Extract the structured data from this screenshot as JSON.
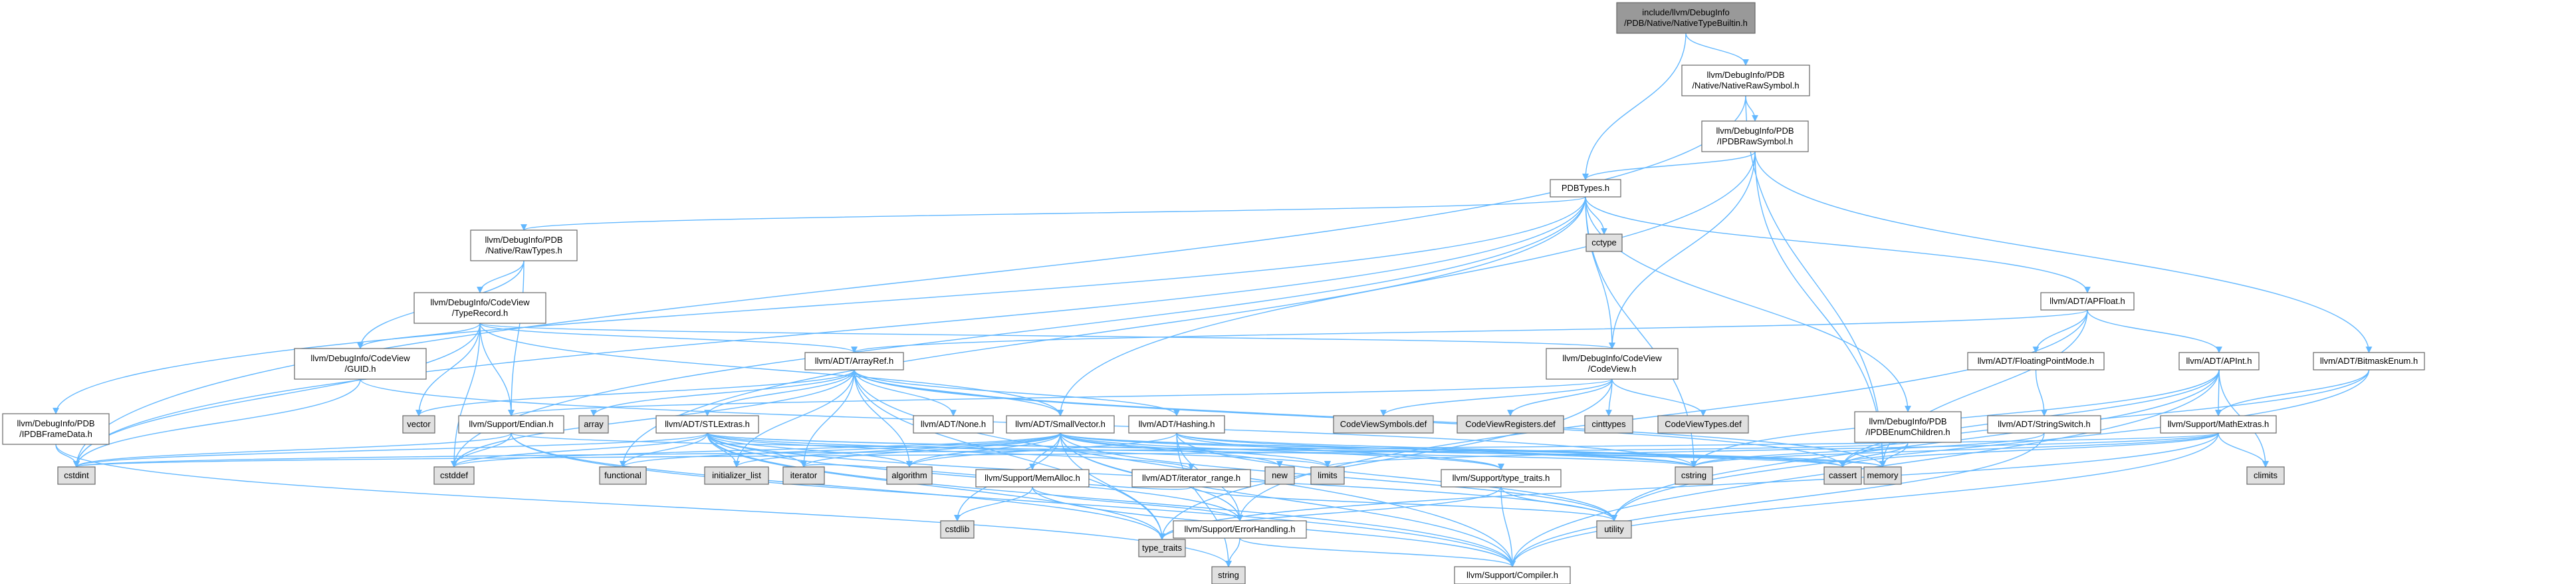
{
  "colors": {
    "edge": "#63b8ff",
    "root_fill": "#999999",
    "node_fill": "#ffffff",
    "node_border": "#666666",
    "system_fill": "#e0e0e0",
    "system_border": "#999999",
    "incomplete_border": "#ff0000"
  },
  "nodes": [
    {
      "id": "root",
      "kind": "root",
      "lines": [
        "include/llvm/DebugInfo",
        "/PDB/Native/NativeTypeBuiltin.h"
      ]
    },
    {
      "id": "nativeRawSymbol",
      "kind": "normal",
      "lines": [
        "llvm/DebugInfo/PDB",
        "/Native/NativeRawSymbol.h"
      ]
    },
    {
      "id": "ipdbRawSymbol",
      "kind": "normal",
      "lines": [
        "llvm/DebugInfo/PDB",
        "/IPDBRawSymbol.h"
      ]
    },
    {
      "id": "pdbTypes",
      "kind": "normal",
      "lines": [
        "PDBTypes.h"
      ]
    },
    {
      "id": "rawTypes",
      "kind": "normal",
      "lines": [
        "llvm/DebugInfo/PDB",
        "/Native/RawTypes.h"
      ]
    },
    {
      "id": "cctype",
      "kind": "system",
      "lines": [
        "cctype"
      ]
    },
    {
      "id": "apfloat",
      "kind": "normal",
      "lines": [
        "llvm/ADT/APFloat.h"
      ]
    },
    {
      "id": "typeRecord",
      "kind": "incomplete",
      "lines": [
        "llvm/DebugInfo/CodeView",
        "/TypeRecord.h"
      ]
    },
    {
      "id": "guid",
      "kind": "normal",
      "lines": [
        "llvm/DebugInfo/CodeView",
        "/GUID.h"
      ]
    },
    {
      "id": "arrayRef",
      "kind": "normal",
      "lines": [
        "llvm/ADT/ArrayRef.h"
      ]
    },
    {
      "id": "codeView",
      "kind": "normal",
      "lines": [
        "llvm/DebugInfo/CodeView",
        "/CodeView.h"
      ]
    },
    {
      "id": "floatingPointMode",
      "kind": "incomplete",
      "lines": [
        "llvm/ADT/FloatingPointMode.h"
      ]
    },
    {
      "id": "apint",
      "kind": "normal",
      "lines": [
        "llvm/ADT/APInt.h"
      ]
    },
    {
      "id": "bitmaskEnum",
      "kind": "normal",
      "lines": [
        "llvm/ADT/BitmaskEnum.h"
      ]
    },
    {
      "id": "ipdbFrameData",
      "kind": "normal",
      "lines": [
        "llvm/DebugInfo/PDB",
        "/IPDBFrameData.h"
      ]
    },
    {
      "id": "vector",
      "kind": "system",
      "lines": [
        "vector"
      ]
    },
    {
      "id": "endian",
      "kind": "incomplete",
      "lines": [
        "llvm/Support/Endian.h"
      ]
    },
    {
      "id": "array",
      "kind": "system",
      "lines": [
        "array"
      ]
    },
    {
      "id": "stlExtras",
      "kind": "incomplete",
      "lines": [
        "llvm/ADT/STLExtras.h"
      ]
    },
    {
      "id": "none",
      "kind": "normal",
      "lines": [
        "llvm/ADT/None.h"
      ]
    },
    {
      "id": "smallVector",
      "kind": "normal",
      "lines": [
        "llvm/ADT/SmallVector.h"
      ]
    },
    {
      "id": "hashing",
      "kind": "incomplete",
      "lines": [
        "llvm/ADT/Hashing.h"
      ]
    },
    {
      "id": "cvSymbols",
      "kind": "system",
      "lines": [
        "CodeViewSymbols.def"
      ]
    },
    {
      "id": "cvRegisters",
      "kind": "system",
      "lines": [
        "CodeViewRegisters.def"
      ]
    },
    {
      "id": "cinttypes",
      "kind": "system",
      "lines": [
        "cinttypes"
      ]
    },
    {
      "id": "cvTypes",
      "kind": "system",
      "lines": [
        "CodeViewTypes.def"
      ]
    },
    {
      "id": "ipdbEnumChildren",
      "kind": "normal",
      "lines": [
        "llvm/DebugInfo/PDB",
        "/IPDBEnumChildren.h"
      ]
    },
    {
      "id": "stringSwitch",
      "kind": "incomplete",
      "lines": [
        "llvm/ADT/StringSwitch.h"
      ]
    },
    {
      "id": "mathExtras",
      "kind": "incomplete",
      "lines": [
        "llvm/Support/MathExtras.h"
      ]
    },
    {
      "id": "climits",
      "kind": "system",
      "lines": [
        "climits"
      ]
    },
    {
      "id": "cstdint",
      "kind": "system",
      "lines": [
        "cstdint"
      ]
    },
    {
      "id": "cstddef",
      "kind": "system",
      "lines": [
        "cstddef"
      ]
    },
    {
      "id": "functional",
      "kind": "system",
      "lines": [
        "functional"
      ]
    },
    {
      "id": "initializerList",
      "kind": "system",
      "lines": [
        "initializer_list"
      ]
    },
    {
      "id": "iterator",
      "kind": "system",
      "lines": [
        "iterator"
      ]
    },
    {
      "id": "algorithm",
      "kind": "system",
      "lines": [
        "algorithm"
      ]
    },
    {
      "id": "memAlloc",
      "kind": "normal",
      "lines": [
        "llvm/Support/MemAlloc.h"
      ]
    },
    {
      "id": "iteratorRange",
      "kind": "normal",
      "lines": [
        "llvm/ADT/iterator_range.h"
      ]
    },
    {
      "id": "new",
      "kind": "system",
      "lines": [
        "new"
      ]
    },
    {
      "id": "limits",
      "kind": "system",
      "lines": [
        "limits"
      ]
    },
    {
      "id": "supportTypeTraits",
      "kind": "normal",
      "lines": [
        "llvm/Support/type_traits.h"
      ]
    },
    {
      "id": "cstring",
      "kind": "system",
      "lines": [
        "cstring"
      ]
    },
    {
      "id": "cassert",
      "kind": "system",
      "lines": [
        "cassert"
      ]
    },
    {
      "id": "memory",
      "kind": "system",
      "lines": [
        "memory"
      ]
    },
    {
      "id": "cstdlib",
      "kind": "system",
      "lines": [
        "cstdlib"
      ]
    },
    {
      "id": "errorHandling",
      "kind": "normal",
      "lines": [
        "llvm/Support/ErrorHandling.h"
      ]
    },
    {
      "id": "typeTraits",
      "kind": "system",
      "lines": [
        "type_traits"
      ]
    },
    {
      "id": "utility",
      "kind": "system",
      "lines": [
        "utility"
      ]
    },
    {
      "id": "string",
      "kind": "system",
      "lines": [
        "string"
      ]
    },
    {
      "id": "compiler",
      "kind": "incomplete",
      "lines": [
        "llvm/Support/Compiler.h"
      ]
    }
  ],
  "edges": [
    [
      "root",
      "nativeRawSymbol"
    ],
    [
      "root",
      "pdbTypes"
    ],
    [
      "nativeRawSymbol",
      "ipdbRawSymbol"
    ],
    [
      "nativeRawSymbol",
      "cstdint"
    ],
    [
      "nativeRawSymbol",
      "memory"
    ],
    [
      "ipdbRawSymbol",
      "pdbTypes"
    ],
    [
      "ipdbRawSymbol",
      "codeView"
    ],
    [
      "ipdbRawSymbol",
      "smallVector"
    ],
    [
      "ipdbRawSymbol",
      "bitmaskEnum"
    ],
    [
      "ipdbRawSymbol",
      "memory"
    ],
    [
      "pdbTypes",
      "rawTypes"
    ],
    [
      "pdbTypes",
      "cctype"
    ],
    [
      "pdbTypes",
      "apfloat"
    ],
    [
      "pdbTypes",
      "codeView"
    ],
    [
      "pdbTypes",
      "ipdbFrameData"
    ],
    [
      "pdbTypes",
      "ipdbEnumChildren"
    ],
    [
      "pdbTypes",
      "cstddef"
    ],
    [
      "pdbTypes",
      "cstdint"
    ],
    [
      "pdbTypes",
      "cstring"
    ],
    [
      "pdbTypes",
      "functional"
    ],
    [
      "rawTypes",
      "typeRecord"
    ],
    [
      "rawTypes",
      "guid"
    ],
    [
      "rawTypes",
      "endian"
    ],
    [
      "typeRecord",
      "guid"
    ],
    [
      "typeRecord",
      "arrayRef"
    ],
    [
      "typeRecord",
      "codeView"
    ],
    [
      "typeRecord",
      "smallVector"
    ],
    [
      "typeRecord",
      "endian"
    ],
    [
      "typeRecord",
      "vector"
    ],
    [
      "typeRecord",
      "cstdint"
    ],
    [
      "typeRecord",
      "cstddef"
    ],
    [
      "guid",
      "cstdint"
    ],
    [
      "guid",
      "cstring"
    ],
    [
      "apfloat",
      "arrayRef"
    ],
    [
      "apfloat",
      "floatingPointMode"
    ],
    [
      "apfloat",
      "apint"
    ],
    [
      "apfloat",
      "errorHandling"
    ],
    [
      "apfloat",
      "memory"
    ],
    [
      "floatingPointMode",
      "stringSwitch"
    ],
    [
      "apint",
      "mathExtras"
    ],
    [
      "apint",
      "cassert"
    ],
    [
      "apint",
      "climits"
    ],
    [
      "apint",
      "cstring"
    ],
    [
      "apint",
      "utility"
    ],
    [
      "apint",
      "compiler"
    ],
    [
      "bitmaskEnum",
      "mathExtras"
    ],
    [
      "bitmaskEnum",
      "cassert"
    ],
    [
      "bitmaskEnum",
      "utility"
    ],
    [
      "stringSwitch",
      "compiler"
    ],
    [
      "stringSwitch",
      "cstring"
    ],
    [
      "mathExtras",
      "compiler"
    ],
    [
      "mathExtras",
      "cassert"
    ],
    [
      "mathExtras",
      "climits"
    ],
    [
      "mathExtras",
      "cstdint"
    ],
    [
      "mathExtras",
      "cstring"
    ],
    [
      "mathExtras",
      "limits"
    ],
    [
      "mathExtras",
      "typeTraits"
    ],
    [
      "ipdbFrameData",
      "cstdint"
    ],
    [
      "ipdbFrameData",
      "string"
    ],
    [
      "codeView",
      "cvSymbols"
    ],
    [
      "codeView",
      "cvRegisters"
    ],
    [
      "codeView",
      "cinttypes"
    ],
    [
      "codeView",
      "cvTypes"
    ],
    [
      "codeView",
      "endian"
    ],
    [
      "codeView",
      "typeTraits"
    ],
    [
      "ipdbEnumChildren",
      "cassert"
    ],
    [
      "ipdbEnumChildren",
      "cstdint"
    ],
    [
      "ipdbEnumChildren",
      "memory"
    ],
    [
      "arrayRef",
      "hashing"
    ],
    [
      "arrayRef",
      "none"
    ],
    [
      "arrayRef",
      "smallVector"
    ],
    [
      "arrayRef",
      "stlExtras"
    ],
    [
      "arrayRef",
      "array"
    ],
    [
      "arrayRef",
      "vector"
    ],
    [
      "arrayRef",
      "iterator"
    ],
    [
      "arrayRef",
      "initializerList"
    ],
    [
      "arrayRef",
      "algorithm"
    ],
    [
      "arrayRef",
      "cassert"
    ],
    [
      "arrayRef",
      "cstddef"
    ],
    [
      "arrayRef",
      "memory"
    ],
    [
      "arrayRef",
      "typeTraits"
    ],
    [
      "arrayRef",
      "compiler"
    ],
    [
      "endian",
      "cstdint"
    ],
    [
      "endian",
      "cstddef"
    ],
    [
      "endian",
      "cstring"
    ],
    [
      "endian",
      "typeTraits"
    ],
    [
      "endian",
      "compiler"
    ],
    [
      "stlExtras",
      "cstdint"
    ],
    [
      "stlExtras",
      "cstddef"
    ],
    [
      "stlExtras",
      "functional"
    ],
    [
      "stlExtras",
      "initializerList"
    ],
    [
      "stlExtras",
      "iterator"
    ],
    [
      "stlExtras",
      "algorithm"
    ],
    [
      "stlExtras",
      "iteratorRange"
    ],
    [
      "stlExtras",
      "limits"
    ],
    [
      "stlExtras",
      "cassert"
    ],
    [
      "stlExtras",
      "memory"
    ],
    [
      "stlExtras",
      "utility"
    ],
    [
      "stlExtras",
      "typeTraits"
    ],
    [
      "stlExtras",
      "errorHandling"
    ],
    [
      "stlExtras",
      "compiler"
    ],
    [
      "smallVector",
      "memAlloc"
    ],
    [
      "smallVector",
      "typeTraits"
    ],
    [
      "smallVector",
      "compiler"
    ],
    [
      "smallVector",
      "algorithm"
    ],
    [
      "smallVector",
      "cassert"
    ],
    [
      "smallVector",
      "cstddef"
    ],
    [
      "smallVector",
      "cstdlib"
    ],
    [
      "smallVector",
      "cstring"
    ],
    [
      "smallVector",
      "functional"
    ],
    [
      "smallVector",
      "initializerList"
    ],
    [
      "smallVector",
      "iterator"
    ],
    [
      "smallVector",
      "limits"
    ],
    [
      "smallVector",
      "memory"
    ],
    [
      "smallVector",
      "new"
    ],
    [
      "smallVector",
      "utility"
    ],
    [
      "smallVector",
      "supportTypeTraits"
    ],
    [
      "smallVector",
      "errorHandling"
    ],
    [
      "hashing",
      "errorHandling"
    ],
    [
      "hashing",
      "algorithm"
    ],
    [
      "hashing",
      "cassert"
    ],
    [
      "hashing",
      "cstring"
    ],
    [
      "hashing",
      "string"
    ],
    [
      "hashing",
      "tuple_ph"
    ],
    [
      "hashing",
      "utility"
    ],
    [
      "hashing",
      "supportTypeTraits"
    ],
    [
      "memAlloc",
      "compiler"
    ],
    [
      "memAlloc",
      "errorHandling"
    ],
    [
      "memAlloc",
      "cstdlib"
    ],
    [
      "errorHandling",
      "compiler"
    ],
    [
      "errorHandling",
      "string"
    ],
    [
      "supportTypeTraits",
      "compiler"
    ],
    [
      "supportTypeTraits",
      "typeTraits"
    ],
    [
      "supportTypeTraits",
      "utility"
    ],
    [
      "iteratorRange",
      "utility"
    ],
    [
      "iteratorRange",
      "iterator"
    ]
  ]
}
